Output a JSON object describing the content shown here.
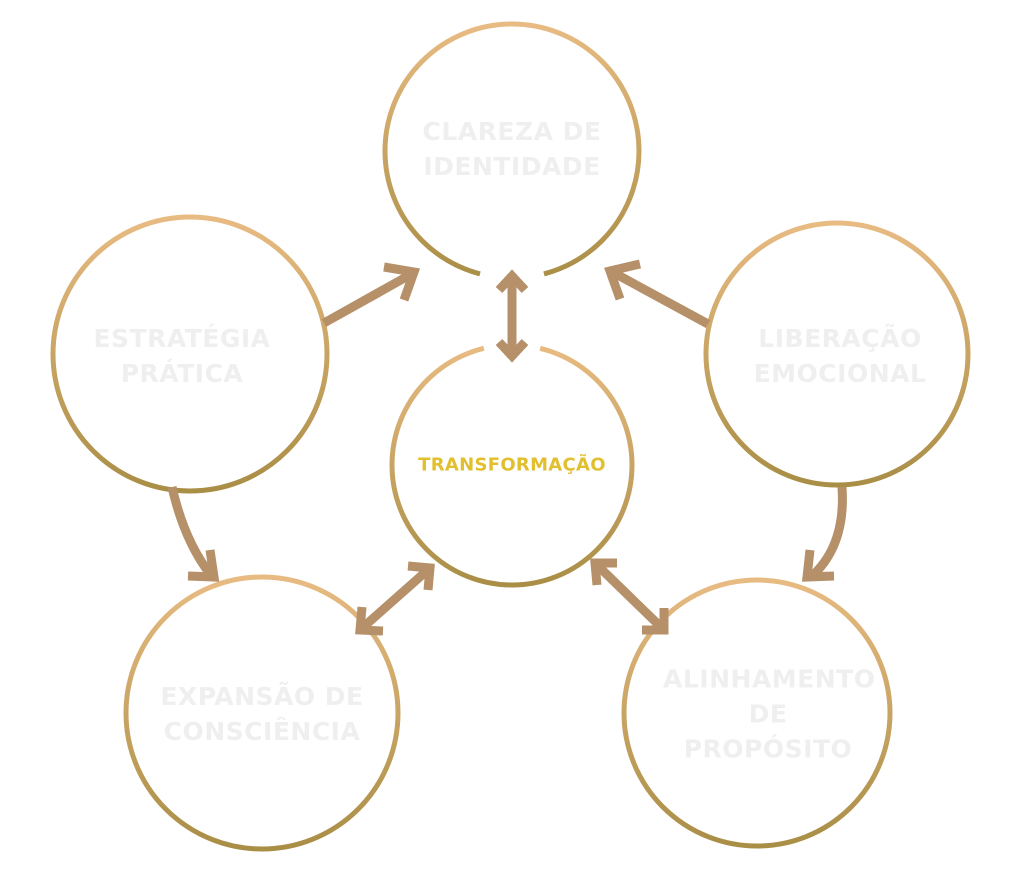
{
  "center": {
    "label": "TRANSFORMAÇÃO"
  },
  "nodes": [
    {
      "key": "clareza",
      "label": "CLAREZA DE\nIDENTIDADE"
    },
    {
      "key": "estrategia",
      "label": "ESTRATÉGIA\nPRÁTICA"
    },
    {
      "key": "liberacao",
      "label": "LIBERAÇÃO\nEMOCIONAL"
    },
    {
      "key": "expansao",
      "label": "EXPANSÃO DE\nCONSCIÊNCIA"
    },
    {
      "key": "alinhamento",
      "label": "ALINHAMENTO\nDE PROPÓSITO"
    }
  ],
  "colors": {
    "ring_light": "#E8BB82",
    "ring_dark": "#A98E46",
    "arrow": "#B59069",
    "node_text": "#EFEFEF",
    "center_text": "#E2BF2E"
  }
}
